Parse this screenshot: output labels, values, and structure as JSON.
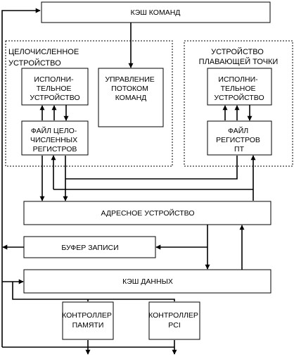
{
  "groups": {
    "integer_unit": [
      "ЦЕЛОЧИСЛЕННОЕ",
      "УСТРОЙСТВО"
    ],
    "fpu": [
      "УСТРОЙСТВО",
      "ПЛАВАЮЩЕЙ ТОЧКИ"
    ]
  },
  "blocks": {
    "instruction_cache": [
      "КЭШ КОМАНД"
    ],
    "int_exec_unit": [
      "ИСПОЛНИ-",
      "ТЕЛЬНОЕ",
      "УСТРОЙСТВО"
    ],
    "flow_control": [
      "УПРАВЛЕНИЕ",
      "ПОТОКОМ",
      "КОМАНД"
    ],
    "int_register_file": [
      "ФАЙЛ ЦЕЛО-",
      "ЧИСЛЕННЫХ",
      "РЕГИСТРОВ"
    ],
    "fp_exec_unit": [
      "ИСПОЛНИ-",
      "ТЕЛЬНОЕ",
      "УСТРОЙСТВО"
    ],
    "fp_register_file": [
      "ФАЙЛ",
      "РЕГИСТРОВ",
      "ПТ"
    ],
    "address_unit": [
      "АДРЕСНОЕ УСТРОЙСТВО"
    ],
    "write_buffer": [
      "БУФЕР ЗАПИСИ"
    ],
    "data_cache": [
      "КЭШ ДАННЫХ"
    ],
    "memory_controller": [
      "КОНТРОЛЛЕР",
      "ПАМЯТИ"
    ],
    "pci_controller": [
      "КОНТРОЛЛЕР",
      "PCI"
    ]
  }
}
